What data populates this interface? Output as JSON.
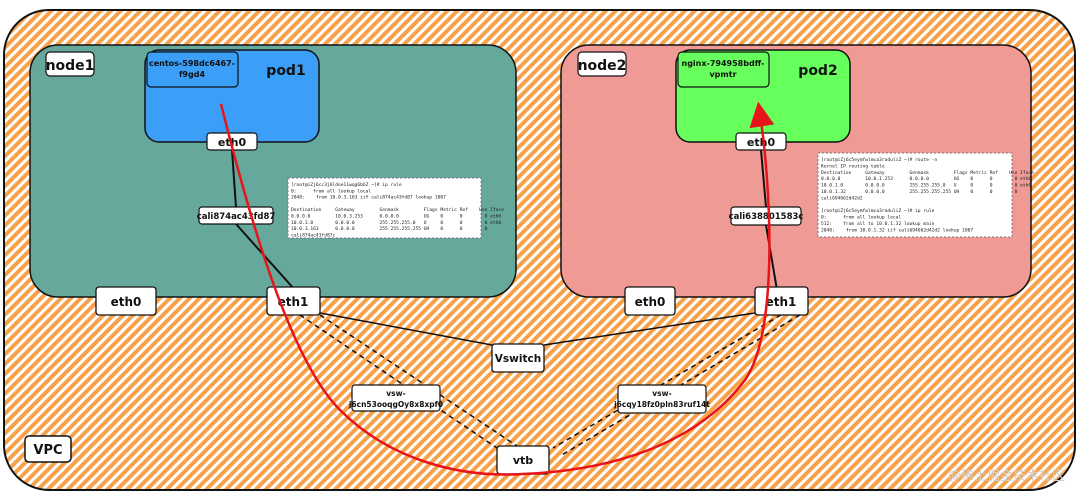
{
  "vpc": {
    "label": "VPC",
    "fill_color": "#f7a24a"
  },
  "node1": {
    "label": "node1",
    "fill_color": "#66a89c",
    "pod": {
      "label": "pod1",
      "name_lines": [
        "centos-598dc6467-",
        "f9gd4"
      ],
      "fill_color": "#3b9ff7"
    },
    "pod_eth": "eth0",
    "veth": "cali874ac43fd87",
    "eth0": "eth0",
    "eth1": "eth1",
    "route_output": [
      "[root@iZj6cc3j6ldoe11wqg6bbZ ~]# ip rule",
      "0:      from all lookup local",
      "2048:    from 10.0.3.163 iif cali874ac43fd87 lookup 1007",
      "",
      "Destination     Gateway         Genmask         Flags Metric Ref    Use Iface",
      "0.0.0.0         10.0.3.253      0.0.0.0         UG    0      0        0 eth0",
      "10.0.3.0        0.0.0.0         255.255.255.0   U     0      0        0 eth0",
      "10.0.3.163      0.0.0.0         255.255.255.255 UH    0      0        0",
      "cali874ac43fd87c"
    ]
  },
  "node2": {
    "label": "node2",
    "fill_color": "#f09a96",
    "pod": {
      "label": "pod2",
      "name_lines": [
        "nginx-794958bdff-",
        "vpmtr"
      ],
      "fill_color": "#66ff5c"
    },
    "pod_eth": "eth0",
    "veth": "cali638801583c",
    "eth0": "eth0",
    "eth1": "eth1",
    "route_output": [
      "[root@iZj6c5eymfwlmca3raduliZ ~]# route -n",
      "Kernel IP routing table",
      "Destination     Gateway         Genmask         Flags Metric Ref    Use Iface",
      "0.0.0.0         10.0.1.253      0.0.0.0         UG    0      0        0 eth0",
      "10.0.1.0        0.0.0.0         255.255.255.0   U     0      0        0 eth0",
      "10.0.1.32       0.0.0.0         255.255.255.255 UH    0      0        0",
      "cali694662d42d2",
      "",
      "[root@iZj6c5eymfwlmca3raduliZ ~]# ip rule",
      "0:      from all lookup local",
      "512:    from all to 10.0.1.32 lookup main",
      "2048:    from 10.0.1.32 iif cali694662d42d2 lookup 1007"
    ]
  },
  "vswitch": "Vswitch",
  "vsw1": [
    "vsw-",
    "j6cn53ooqgOy8x8xpf0"
  ],
  "vsw2": [
    "vsw-",
    "j6cqy18fz0pln83ruf14t"
  ],
  "vtb": "vtb",
  "watermark": "@稀土掘金技术社区",
  "path_color": "#e8141a"
}
